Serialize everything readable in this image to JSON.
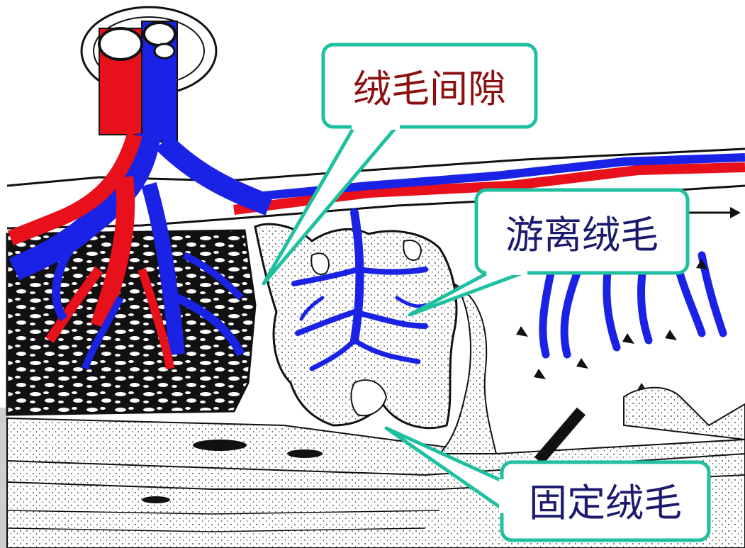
{
  "labels": {
    "intervillous_space": "绒毛间隙",
    "free_villi": "游离绒毛",
    "anchoring_villi": "固定绒毛"
  },
  "colors": {
    "artery": "#e8101a",
    "vein": "#1a22e6",
    "outline": "#111111",
    "callout_border": "#1fc0a0",
    "label_dark_red": "#8b1010",
    "label_navy": "#1a1a6e"
  }
}
